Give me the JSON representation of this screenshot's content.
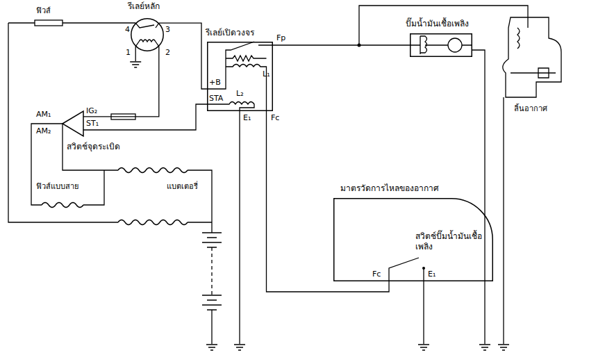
{
  "diagram": {
    "nodes": [
      {
        "text": [
          "รีเลย์หลัก"
        ]
      },
      {
        "text": [
          "รีเลย์เปิดวงจร"
        ]
      },
      {
        "text": [
          "ปั๊มน้ำมันเชื้อเพลิง"
        ]
      },
      {
        "text": [
          "มาตรวัดการไหลของอากาศ",
          "สวิตช์ปั๊มน้ำมันเชื้อเพลิง"
        ]
      },
      {
        "text": [
          "สวิตช์จุดระเบิด"
        ]
      }
    ],
    "edges": [
      {
        "from": 0,
        "to": 1,
        "arrow": "none"
      },
      {
        "from": 4,
        "to": 0,
        "arrow": "none"
      },
      {
        "from": 1,
        "to": 2,
        "arrow": "none"
      },
      {
        "from": 4,
        "to": 1,
        "arrow": "none"
      },
      {
        "from": 1,
        "to": 3,
        "arrow": "none"
      }
    ],
    "labels": [
      "ฟิวส์",
      "4",
      "3",
      "1",
      "2",
      "Fp",
      "+B",
      "STA",
      "L₁",
      "L₂",
      "E₁",
      "Fc",
      "AM₁",
      "AM₂",
      "IG₂",
      "ST₁",
      "ฟิวส์แบบสาย",
      "แบตเตอรี่",
      "Fc",
      "E₁",
      "ลิ้นอากาศ"
    ]
  }
}
